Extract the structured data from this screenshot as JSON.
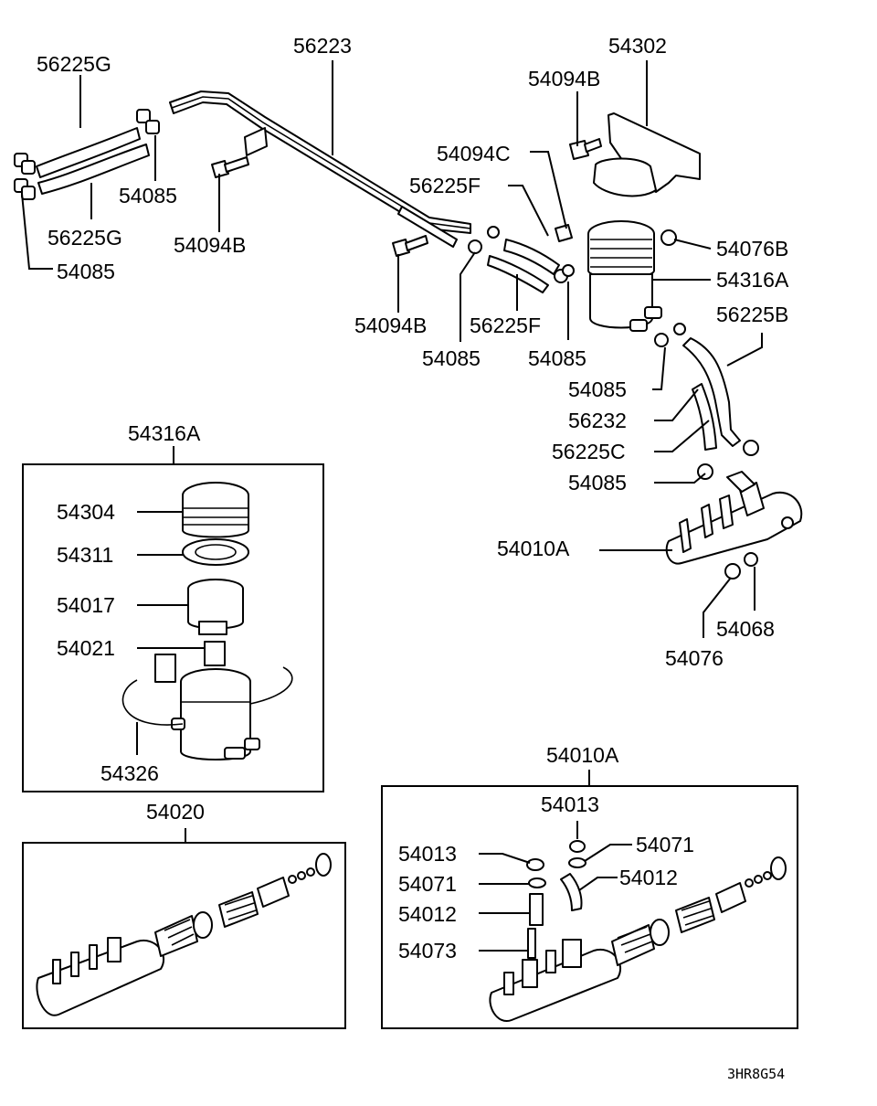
{
  "labels": {
    "l56225G_top": "56225G",
    "l56223": "56223",
    "l54302": "54302",
    "l54094B_top": "54094B",
    "l54094C": "54094C",
    "l56225F_a": "56225F",
    "l54085_a": "54085",
    "l56225G_bot": "56225G",
    "l54094B_mid": "54094B",
    "l54085_b": "54085",
    "l54076B": "54076B",
    "l54316A_a": "54316A",
    "l56225B": "56225B",
    "l54094B_low": "54094B",
    "l56225F_b": "56225F",
    "l54085_c": "54085",
    "l54085_d": "54085",
    "l54085_e": "54085",
    "l56232": "56232",
    "l56225C": "56225C",
    "l54085_f": "54085",
    "l54010A_a": "54010A",
    "l54068": "54068",
    "l54076": "54076",
    "l54316A_b": "54316A",
    "l54304": "54304",
    "l54311": "54311",
    "l54017": "54017",
    "l54021": "54021",
    "l54326": "54326",
    "l54020": "54020",
    "l54010A_b": "54010A",
    "l54013_a": "54013",
    "l54013_b": "54013",
    "l54071_a": "54071",
    "l54071_b": "54071",
    "l54012_a": "54012",
    "l54012_b": "54012",
    "l54073": "54073"
  },
  "diagram_code": "3HR8G54"
}
